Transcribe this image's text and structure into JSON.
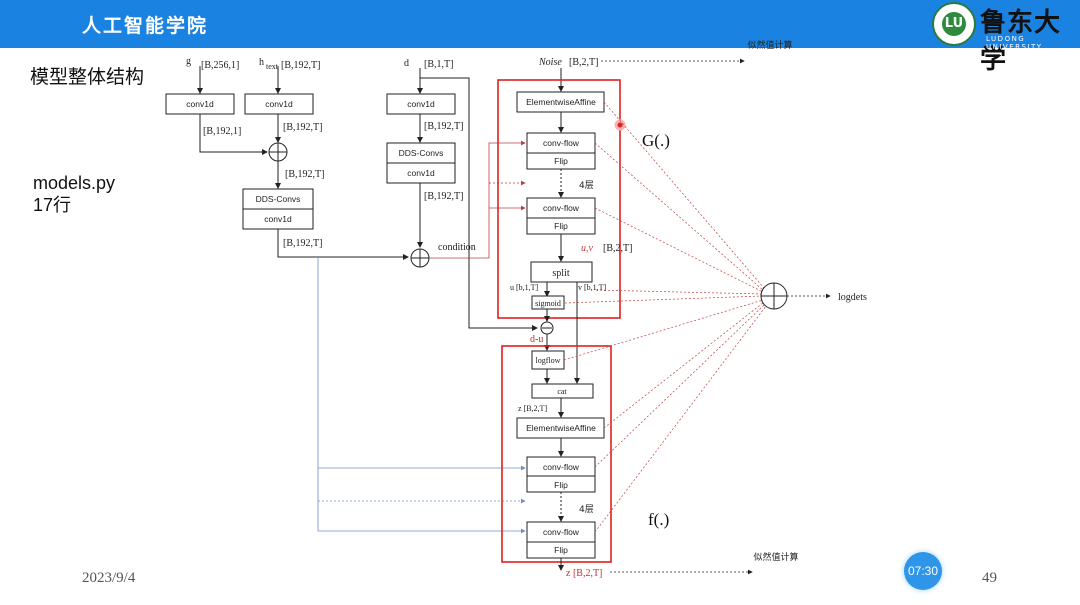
{
  "header": {
    "school": "人工智能学院",
    "university": "鲁东大学",
    "university_en": "LUDONG UNIVERSITY",
    "logo_mark": "LU"
  },
  "slide": {
    "title": "模型整体结构",
    "note_line1": "models.py",
    "note_line2": "17行",
    "date": "2023/9/4",
    "page": "49",
    "timer": "07:30"
  },
  "inputs": {
    "g": "g",
    "g_dim": "[B,256,1]",
    "htext": "h",
    "htext_sub": "text",
    "htext_dim": "[B,192,T]",
    "d": "d",
    "d_dim": "[B,1,T]",
    "noise": "Noise",
    "noise_dim": "[B,2,T]"
  },
  "left_chain": {
    "conv_g": "conv1d",
    "conv_h": "conv1d",
    "dim_g_out": "[B,192,1]",
    "dim_h_out": "[B,192,T]",
    "dim_sum": "[B,192,T]",
    "dds_top": "DDS-Convs",
    "dds_bottom": "conv1d",
    "dim_dds_out": "[B,192,T]"
  },
  "d_chain": {
    "conv_d": "conv1d",
    "dim_d1": "[B,192,T]",
    "dds_top": "DDS-Convs",
    "dds_bottom": "conv1d",
    "dim_d2": "[B,192,T]",
    "condition": "condition"
  },
  "g_block": {
    "affine": "ElementwiseAffine",
    "flow1_top": "conv-flow",
    "flow1_bottom": "Flip",
    "layers": "4层",
    "flow2_top": "conv-flow",
    "flow2_bottom": "Flip",
    "uv": "u,v",
    "uv_dim": "[B,2,T]",
    "split": "split",
    "u_lbl": "u [b,1,T]",
    "v_lbl": "v [b,1,T]",
    "sigmoid": "sigmoid",
    "label": "G(.)"
  },
  "f_block": {
    "du": "d-u",
    "logflow": "logflow",
    "cat": "cat",
    "z_dim": "z [B,2,T]",
    "affine": "ElementwiseAffine",
    "flow1_top": "conv-flow",
    "flow1_bottom": "Flip",
    "layers": "4层",
    "flow2_top": "conv-flow",
    "flow2_bottom": "Flip",
    "z_out": "z [B,2,T]",
    "label": "f(.)"
  },
  "outputs": {
    "likelihood_top": "似然值计算",
    "likelihood_bottom": "似然值计算",
    "logdets": "logdets"
  },
  "colors": {
    "accent": "#1a82e0",
    "red": "#e02020",
    "blue_line": "#7090c8",
    "red_dash": "#c04040"
  }
}
